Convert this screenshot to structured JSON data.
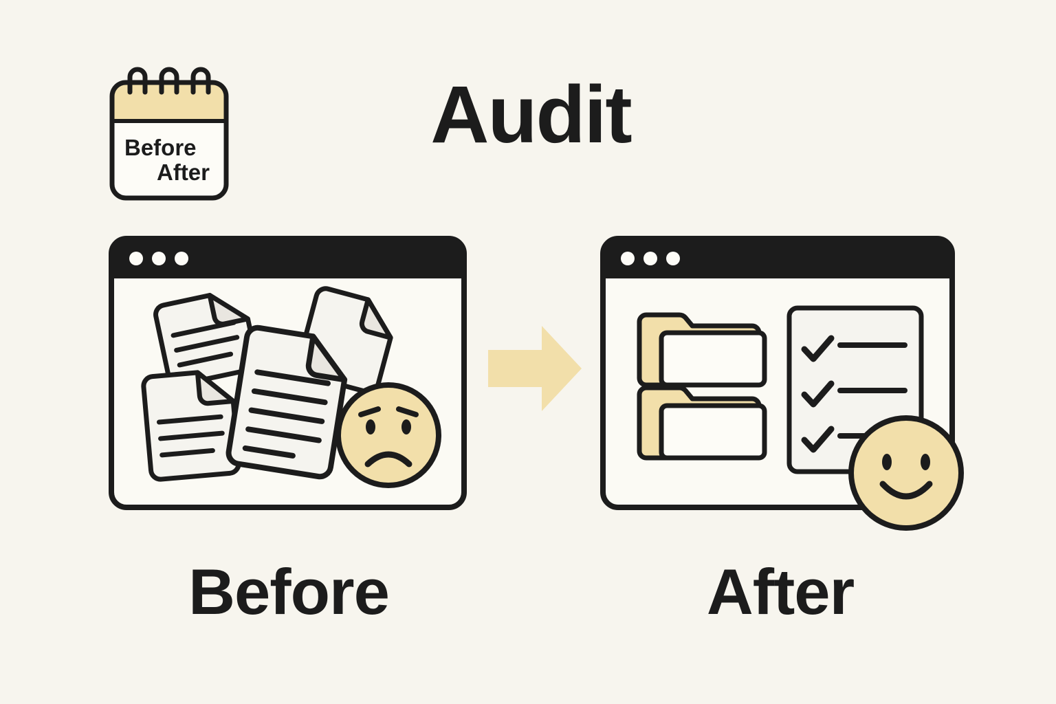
{
  "title": "Audit",
  "calendar_icon": {
    "line1": "Before",
    "line2": "After"
  },
  "panels": {
    "before": {
      "label": "Before"
    },
    "after": {
      "label": "After"
    }
  },
  "icons": {
    "calendar": "calendar-icon",
    "arrow": "arrow-right-icon",
    "before_window": "browser-window-icon",
    "after_window": "browser-window-icon",
    "documents": "scattered-documents-icon",
    "sad_face": "sad-face-icon",
    "folders": "folder-icon",
    "checklist": "checklist-icon",
    "happy_face": "happy-face-icon"
  },
  "colors": {
    "background": "#f7f5ee",
    "ink": "#1c1c1c",
    "accent": "#f2dfaa",
    "paper": "#fdfcf7",
    "window": "#fbfaf4",
    "doc": "#f5f4ef",
    "fold": "#e9e6e0",
    "dot": "#fdfcf7"
  }
}
